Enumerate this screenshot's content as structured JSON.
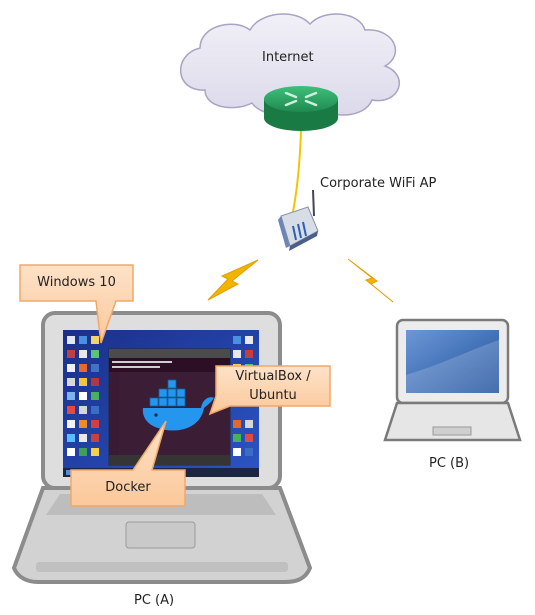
{
  "diagram": {
    "nodes": {
      "internet": {
        "label": "Internet",
        "icon": "cloud-icon"
      },
      "router": {
        "icon": "router-icon"
      },
      "wifi_ap": {
        "label": "Corporate WiFi AP",
        "icon": "wifi-access-point-icon"
      },
      "pc_a": {
        "label": "PC (A)",
        "icon": "laptop-icon"
      },
      "pc_b": {
        "label": "PC (B)",
        "icon": "laptop-icon"
      }
    },
    "callouts": {
      "windows": {
        "label": "Windows 10"
      },
      "virtualbox": {
        "line1": "VirtualBox /",
        "line2": "Ubuntu"
      },
      "docker": {
        "label": "Docker"
      }
    },
    "links": [
      {
        "from": "router",
        "to": "wifi_ap",
        "type": "wired"
      },
      {
        "from": "wifi_ap",
        "to": "pc_a",
        "type": "wireless"
      },
      {
        "from": "wifi_ap",
        "to": "pc_b",
        "type": "wireless"
      }
    ],
    "colors": {
      "callout_fill": "#fcd5b4",
      "callout_border": "#f0a868",
      "wire": "#f5c400",
      "lightning": "#f2b400",
      "cloud_fill": "#e8e6f1",
      "router": "#2a9a5e"
    }
  }
}
